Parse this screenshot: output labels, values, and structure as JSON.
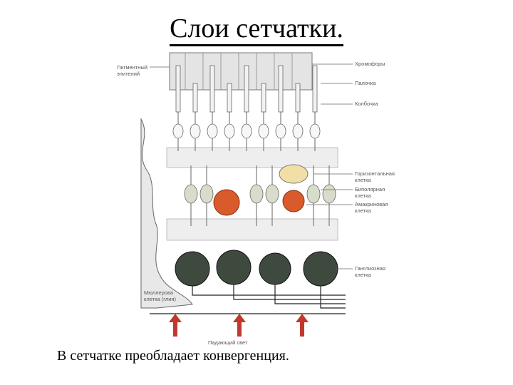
{
  "title": "Слои сетчатки.",
  "labels": {
    "pigment_epithelium": "Пигментный\nэпителий",
    "chromophore": "Хромофоры",
    "rod": "Палочка",
    "cone": "Колбочка",
    "horizontal_cell": "Горизонтальная\nклетка",
    "bipolar_cell": "Биполярная\nклетка",
    "amacrine_cell": "Амакриновая\nклетка",
    "ganglion_cell": "Ганглиозная\nклетка",
    "muller_cell": "Мюллерова\nклетка (глия)",
    "incident_light": "Падающий свет"
  },
  "caption": "В сетчатке преобладает конвергенция.",
  "colors": {
    "pigment": "#e4e4e4",
    "photoreceptor": "#f2f2f2",
    "bipolar": "#d8dccb",
    "amacrine": "#d95b2c",
    "horizontal": "#f2dfa6",
    "ganglion": "#3f4a3f",
    "arrow": "#c0392b",
    "line": "#444444"
  }
}
